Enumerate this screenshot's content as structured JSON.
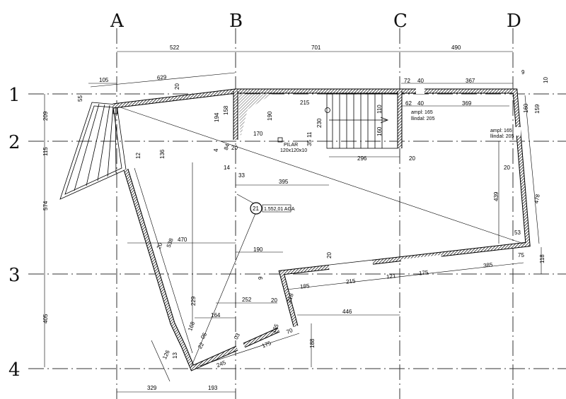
{
  "axes": {
    "columns": [
      "A",
      "B",
      "C",
      "D"
    ],
    "rows": [
      "1",
      "2",
      "3",
      "4"
    ]
  },
  "room_tag": {
    "number": "21",
    "label": "1.552,01 AGA"
  },
  "pillar": {
    "line1": "PILAR",
    "line2": "120x120x10"
  },
  "openings": [
    {
      "ampl": "ampl: 165",
      "llindal": "llindal: 205"
    },
    {
      "ampl": "ampl: 165",
      "llindal": "llindal: 205"
    }
  ],
  "dims": [
    "522",
    "701",
    "490",
    "105",
    "629",
    "20",
    "55",
    "209",
    "115",
    "574",
    "405",
    "194",
    "158",
    "190",
    "170",
    "215",
    "230",
    "110",
    "160",
    "296",
    "20",
    "72",
    "40",
    "367",
    "9",
    "10",
    "62",
    "40",
    "369",
    "160",
    "159",
    "20",
    "439",
    "478",
    "53",
    "75",
    "118",
    "14",
    "33",
    "395",
    "136",
    "12",
    "470",
    "20",
    "538",
    "190",
    "20",
    "9",
    "185",
    "215",
    "121",
    "175",
    "385",
    "252",
    "20",
    "218",
    "446",
    "229",
    "164",
    "168",
    "22",
    "05",
    "126",
    "13",
    "245",
    "03",
    "175",
    "165",
    "70",
    "188",
    "329",
    "193",
    "20",
    "35",
    "11",
    "84",
    "4"
  ]
}
